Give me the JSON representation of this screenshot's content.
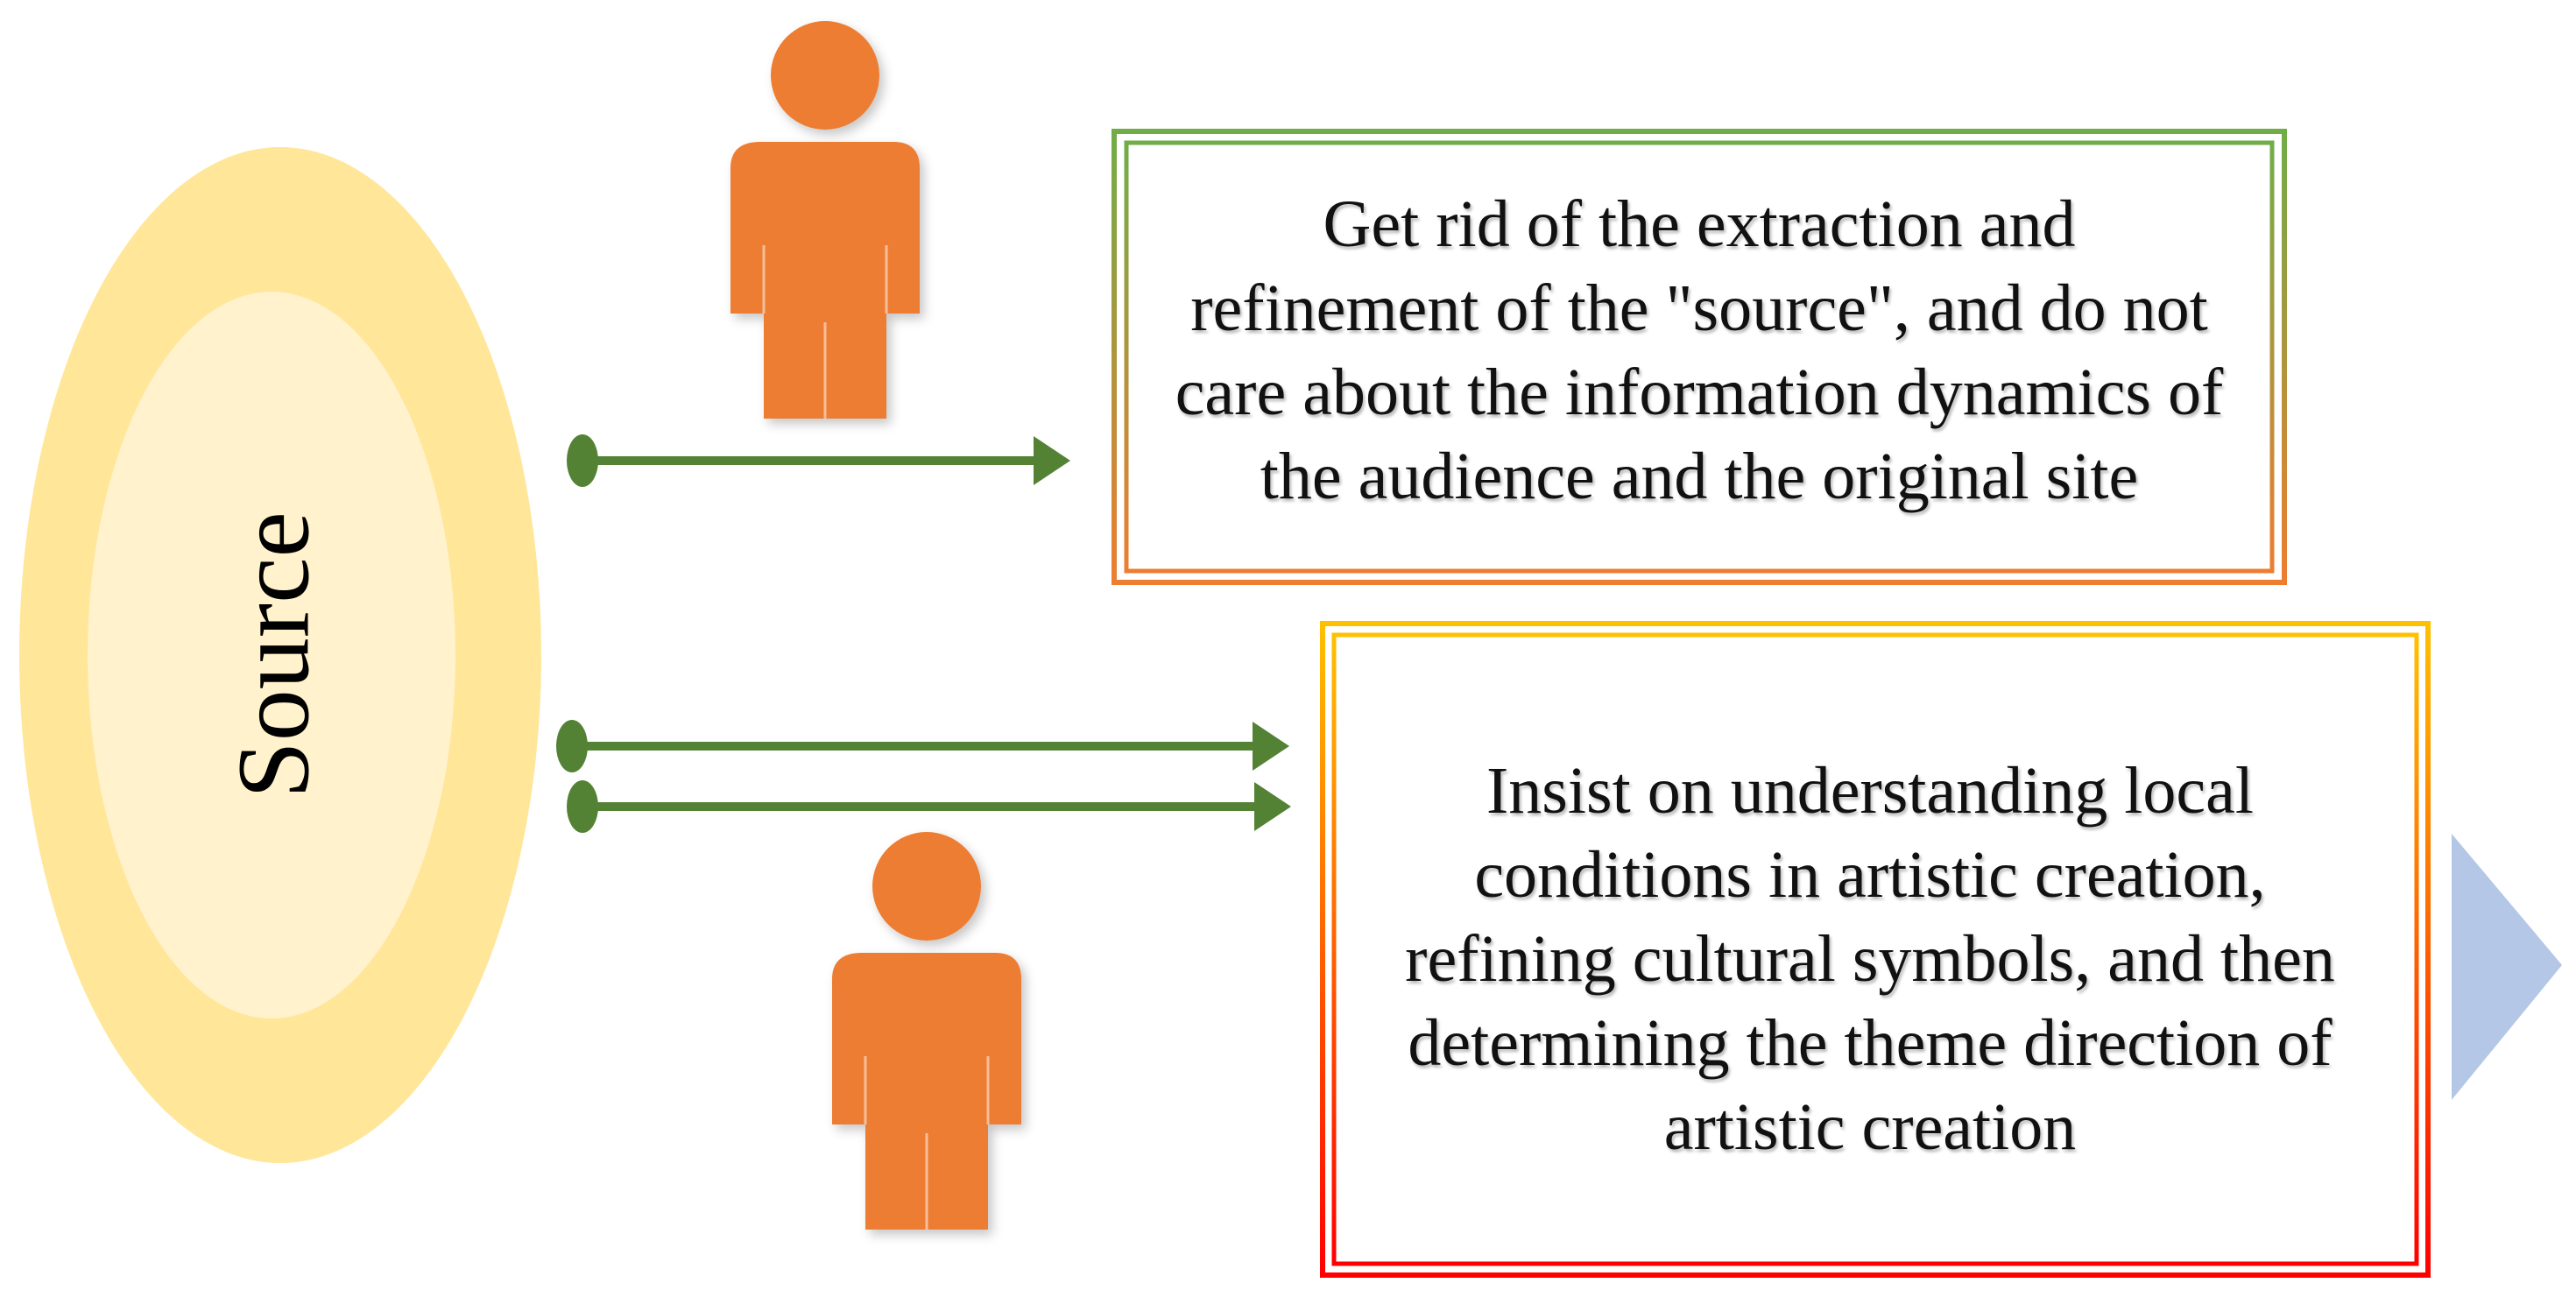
{
  "source": {
    "label": "Source"
  },
  "boxes": [
    {
      "lines": [
        "Get rid of the extraction and",
        "refinement of the \"source\", and do not",
        "care about the information dynamics of",
        "the audience and the original site"
      ]
    },
    {
      "lines": [
        "Insist on understanding local",
        "conditions in artistic creation,",
        "refining cultural symbols, and then",
        "determining the theme direction of",
        "artistic creation"
      ]
    }
  ],
  "colors": {
    "ellipse_outer": "#FFE699",
    "ellipse_inner": "#FFF2CC",
    "person": "#ED7D31",
    "arrow": "#548235",
    "box1_border_top": "#70AD47",
    "box1_border_bottom": "#ED7D31",
    "box2_border_top": "#FFC000",
    "box2_border_bottom": "#FF0000",
    "triangle": "#B4C7E7"
  },
  "icons": {
    "person_top": "person-icon",
    "person_bottom": "person-icon"
  }
}
